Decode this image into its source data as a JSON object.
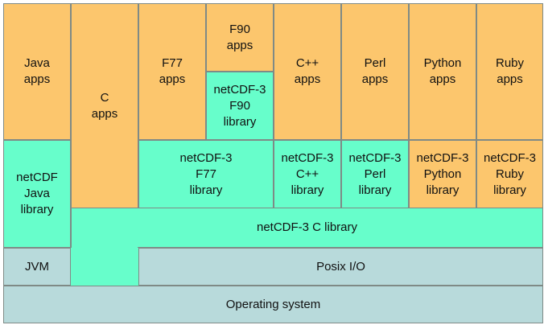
{
  "colors": {
    "apps": "#fcc66d",
    "netcdf_library": "#67fecb",
    "system": "#b8dadb"
  },
  "diagram": {
    "java_apps": "Java\napps",
    "c_apps": "C\napps",
    "f77_apps": "F77\napps",
    "f90_apps": "F90\napps",
    "f90_library": "netCDF-3\nF90\nlibrary",
    "cpp_apps": "C++\napps",
    "perl_apps": "Perl\napps",
    "python_apps": "Python\napps",
    "ruby_apps": "Ruby\napps",
    "java_library": "netCDF\nJava\nlibrary",
    "f77_library": "netCDF-3\nF77\nlibrary",
    "cpp_library": "netCDF-3\nC++\nlibrary",
    "perl_library": "netCDF-3\nPerl\nlibrary",
    "python_library": "netCDF-3\nPython\nlibrary",
    "ruby_library": "netCDF-3\nRuby\nlibrary",
    "c_library": "netCDF-3 C library",
    "jvm": "JVM",
    "posix_io": "Posix I/O",
    "operating_system": "Operating system"
  }
}
